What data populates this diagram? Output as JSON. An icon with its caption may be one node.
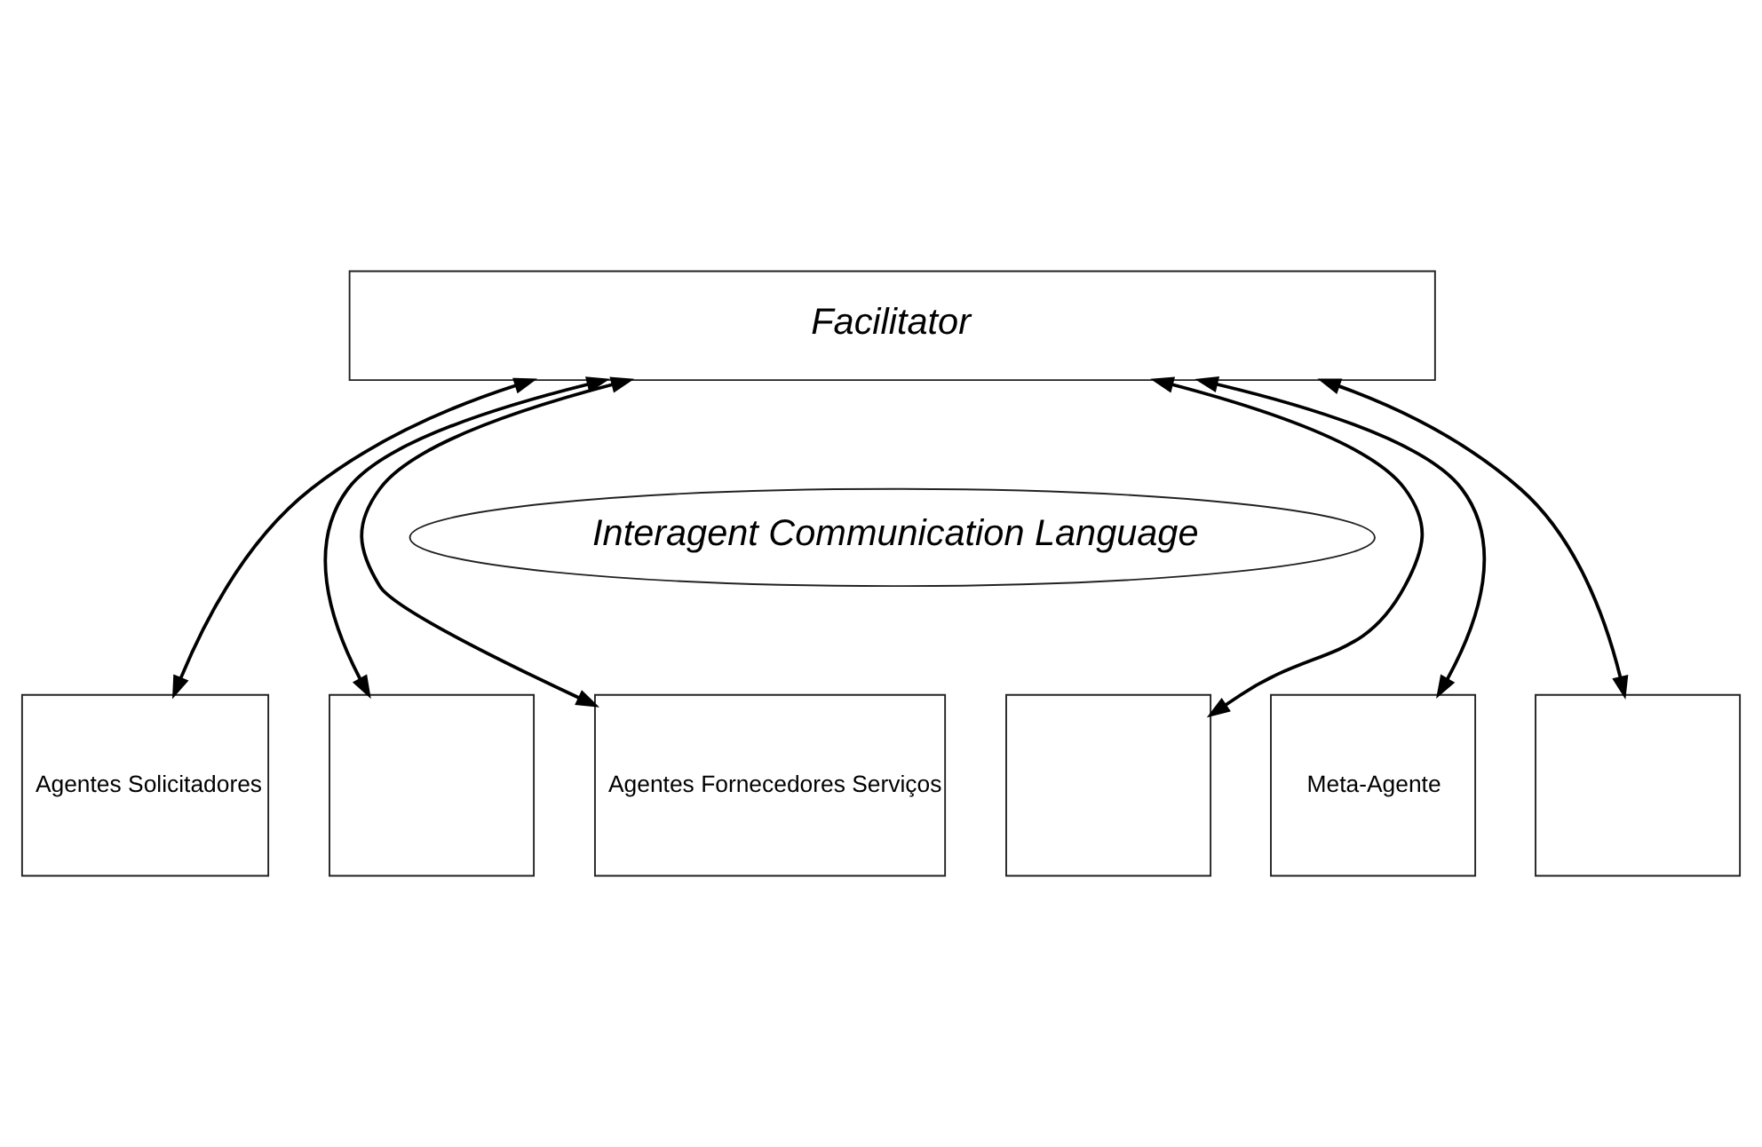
{
  "diagram": {
    "nodes": [
      {
        "text": [
          "Facilitator"
        ]
      },
      {
        "text": [
          "Interagent Communication Language"
        ]
      },
      {
        "text": [],
        "shape": "box"
      },
      {
        "text": [
          "Agentes Solicitadores"
        ]
      },
      {
        "text": [],
        "shape": "box"
      },
      {
        "text": [
          "Agentes Fornecedores Serviços"
        ]
      },
      {
        "text": [],
        "shape": "box"
      },
      {
        "text": [
          "Meta-Agente"
        ]
      }
    ],
    "edges": [
      {
        "from": 0,
        "to": 3,
        "arrow": "both"
      },
      {
        "from": 0,
        "to": 2,
        "arrow": "both"
      },
      {
        "from": 0,
        "to": 5,
        "arrow": "both"
      },
      {
        "from": 0,
        "to": 4,
        "arrow": "both"
      },
      {
        "from": 0,
        "to": 7,
        "arrow": "both"
      },
      {
        "from": 0,
        "to": 6,
        "arrow": "both"
      }
    ]
  }
}
